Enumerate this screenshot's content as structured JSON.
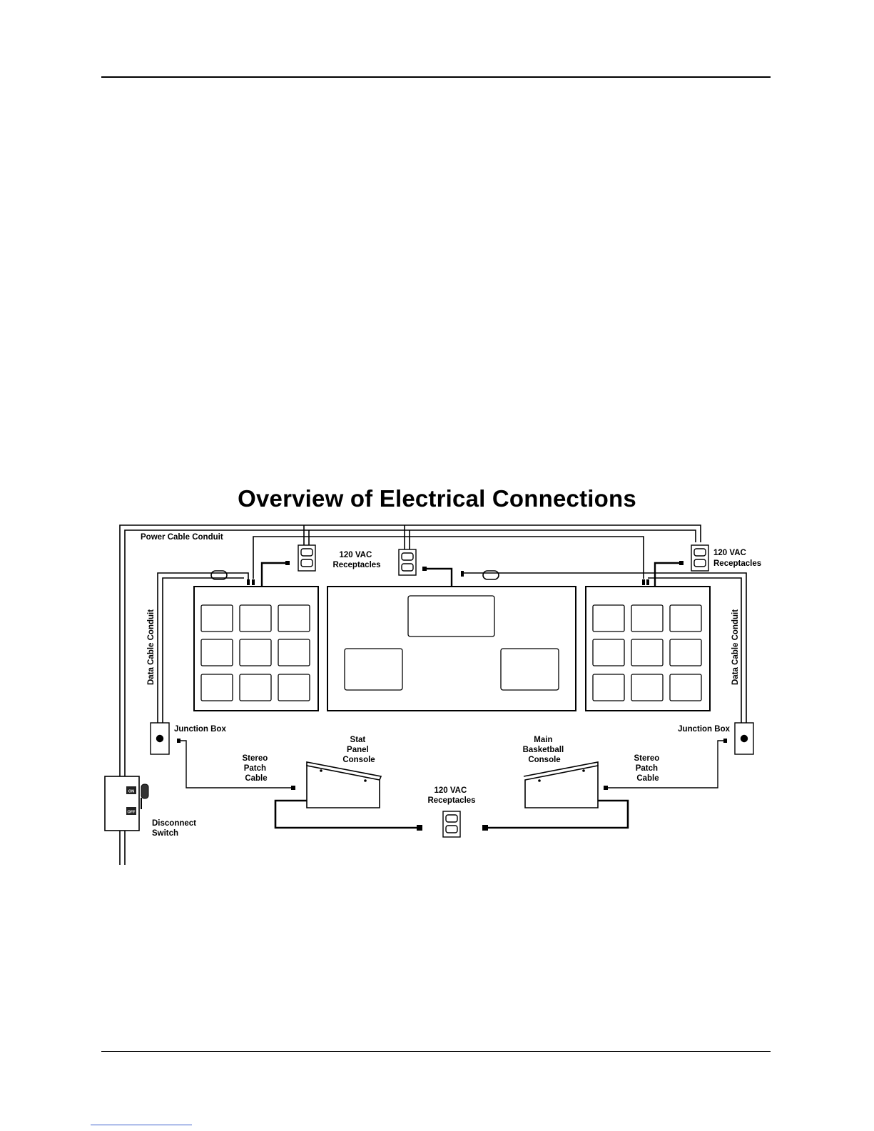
{
  "title": "Overview of Electrical Connections",
  "labels": {
    "power_cable_conduit": "Power Cable Conduit",
    "data_cable_conduit_left": "Data Cable Conduit",
    "data_cable_conduit_right": "Data Cable Conduit",
    "receptacles_top_center": [
      "120 VAC",
      "Receptacles"
    ],
    "receptacles_top_right": [
      "120 VAC",
      "Receptacles"
    ],
    "receptacles_bottom": [
      "120 VAC",
      "Receptacles"
    ],
    "junction_box_left": "Junction Box",
    "junction_box_right": "Junction Box",
    "stereo_patch_cable_left": [
      "Stereo",
      "Patch",
      "Cable"
    ],
    "stereo_patch_cable_right": [
      "Stereo",
      "Patch",
      "Cable"
    ],
    "stat_panel_console": [
      "Stat",
      "Panel",
      "Console"
    ],
    "main_basketball_console": [
      "Main",
      "Basketball",
      "Console"
    ],
    "disconnect_switch": [
      "Disconnect",
      "Switch"
    ],
    "switch_on": "ON",
    "switch_off": "OFF"
  }
}
